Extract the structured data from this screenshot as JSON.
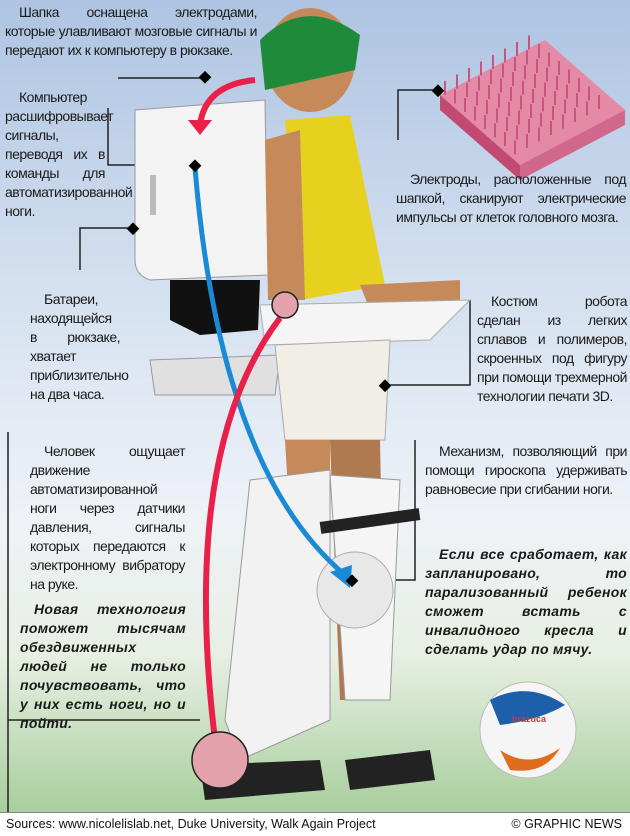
{
  "captions": {
    "cap": "Шапка оснащена электродами, которые улавливают мозговые сигналы и передают их к компьютеру в рюкзаке.",
    "computer": "Компьютер расшифровывает сигналы, переводя их в команды для автоматизированной ноги.",
    "battery": "Батареи, находящейся в рюкзаке, хватает приблизительно на два часа.",
    "feedback": "Человек ощущает движение автоматизированной ноги через датчики давления, сигналы которых передаются к электронному вибратору на руке.",
    "hope_left": "Новая технология поможет тысячам обездвиженных людей не только почувствовать, что у них есть ноги, но и пойти.",
    "electrodes": "Электроды, расположенные под шапкой, сканируют электрические импульсы от клеток головного мозга.",
    "suit": "Костюм робота сделан из легких сплавов и полимеров, скроенных под фигуру при помощи трехмерной технологии печати 3D.",
    "gyro": "Механизм, позволяющий при помощи гироскопа удерживать равновесие при сгибании ноги.",
    "hope_right": "Если все сработает, как запланировано, то парализованный ребенок сможет встать с инвалидного кресла и сделать удар по мячу."
  },
  "ball_brand": "brazuca",
  "footer": {
    "sources": "Sources: www.nicolelislab.net, Duke University, Walk Again Project",
    "credit": "© GRAPHIC NEWS"
  },
  "colors": {
    "signal_out": "#e8204a",
    "signal_in": "#1a8ad4",
    "shirt": "#e6d21e",
    "electrode_pad": "#e07090"
  }
}
